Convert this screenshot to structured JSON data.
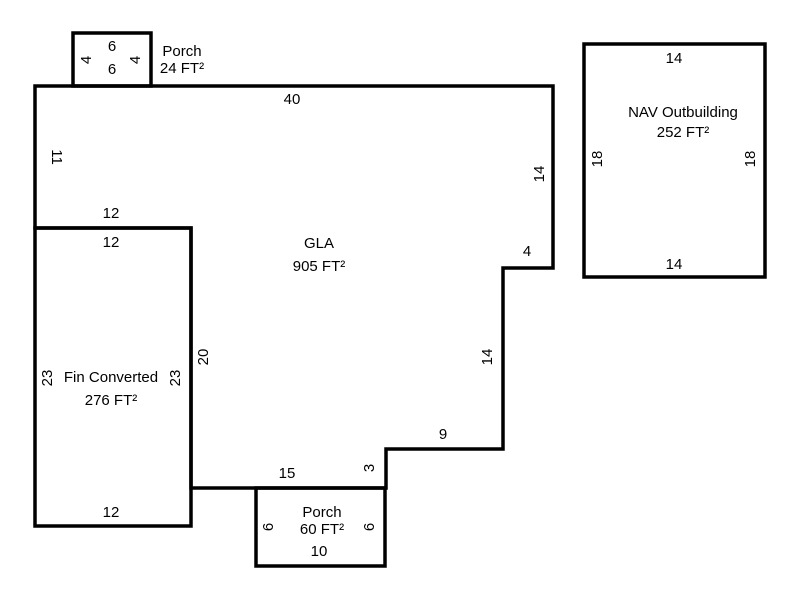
{
  "colors": {
    "background": "#ffffff",
    "line": "#000000",
    "text": "#000000"
  },
  "areas": {
    "porch_top": {
      "name": "Porch",
      "area": "24 FT²",
      "dims": {
        "top": "6",
        "bottom": "6",
        "left": "4",
        "right": "4"
      }
    },
    "gla": {
      "name": "GLA",
      "area": "905 FT²",
      "dims": {
        "top": "40",
        "left": "11",
        "right_upper": "14",
        "step_right": "4",
        "right_lower": "14",
        "step_bottom": "9",
        "notch": "3",
        "bottom": "15",
        "ell_top": "12",
        "ell_side": "20"
      }
    },
    "fin_converted": {
      "name": "Fin Converted",
      "area": "276 FT²",
      "dims": {
        "top": "12",
        "bottom": "12",
        "left": "23",
        "right": "23"
      }
    },
    "porch_bottom": {
      "name": "Porch",
      "area": "60 FT²",
      "dims": {
        "bottom": "10",
        "left": "6",
        "right": "6"
      }
    },
    "outbuilding": {
      "name": "NAV Outbuilding",
      "area": "252 FT²",
      "dims": {
        "top": "14",
        "bottom": "14",
        "left": "18",
        "right": "18"
      }
    }
  }
}
